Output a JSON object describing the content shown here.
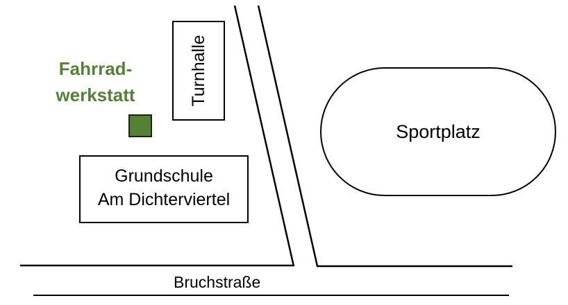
{
  "map": {
    "workshop": {
      "label_line1": "Fahrrad-",
      "label_line2": "werkstatt",
      "color": "#548235"
    },
    "gym": {
      "label": "Turnhalle"
    },
    "school": {
      "line1": "Grundschule",
      "line2": "Am Dichterviertel"
    },
    "sports_field": {
      "label": "Sportplatz"
    },
    "street": {
      "label": "Bruchstraße"
    }
  }
}
